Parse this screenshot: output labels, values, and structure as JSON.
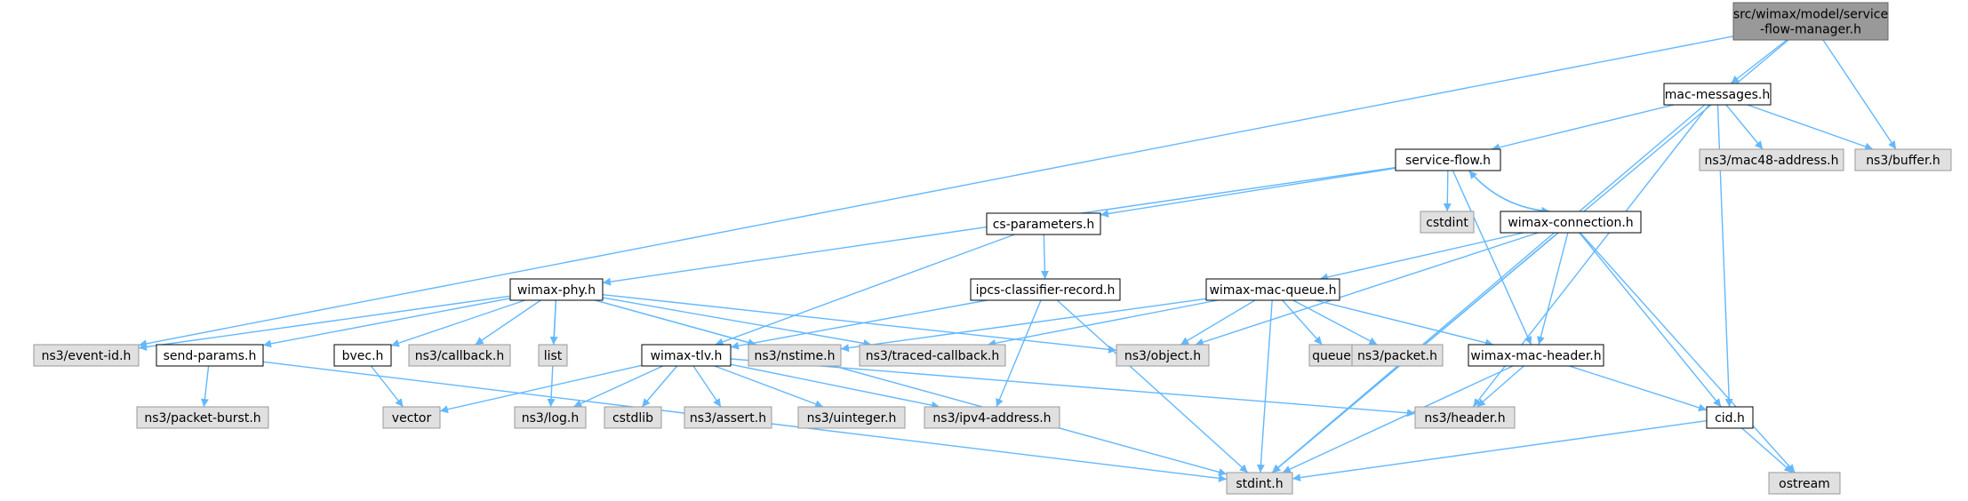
{
  "colors": {
    "edge": "#63B8FF",
    "node_border": "#000000",
    "node_white": "#FFFFFF",
    "node_gray": "#E0E0E0",
    "node_root": "#999999",
    "node_border_gray": "#999999"
  },
  "nodes": [
    {
      "id": "root",
      "lines": [
        "src/wimax/model/service",
        "-flow-manager.h"
      ],
      "style": "root"
    },
    {
      "id": "mac-messages",
      "lines": [
        "mac-messages.h"
      ],
      "style": "white"
    },
    {
      "id": "service-flow",
      "lines": [
        "service-flow.h"
      ],
      "style": "white"
    },
    {
      "id": "ns3-mac48",
      "lines": [
        "ns3/mac48-address.h"
      ],
      "style": "gray"
    },
    {
      "id": "ns3-buffer",
      "lines": [
        "ns3/buffer.h"
      ],
      "style": "gray"
    },
    {
      "id": "cstdint",
      "lines": [
        "cstdint"
      ],
      "style": "gray"
    },
    {
      "id": "wimax-connection",
      "lines": [
        "wimax-connection.h"
      ],
      "style": "white"
    },
    {
      "id": "cs-parameters",
      "lines": [
        "cs-parameters.h"
      ],
      "style": "white"
    },
    {
      "id": "wimax-phy",
      "lines": [
        "wimax-phy.h"
      ],
      "style": "white"
    },
    {
      "id": "ipcs-classifier",
      "lines": [
        "ipcs-classifier-record.h"
      ],
      "style": "white"
    },
    {
      "id": "wimax-mac-queue",
      "lines": [
        "wimax-mac-queue.h"
      ],
      "style": "white"
    },
    {
      "id": "ns3-event-id",
      "lines": [
        "ns3/event-id.h"
      ],
      "style": "gray"
    },
    {
      "id": "send-params",
      "lines": [
        "send-params.h"
      ],
      "style": "white"
    },
    {
      "id": "bvec",
      "lines": [
        "bvec.h"
      ],
      "style": "white"
    },
    {
      "id": "ns3-callback",
      "lines": [
        "ns3/callback.h"
      ],
      "style": "gray"
    },
    {
      "id": "list",
      "lines": [
        "list"
      ],
      "style": "gray"
    },
    {
      "id": "wimax-tlv",
      "lines": [
        "wimax-tlv.h"
      ],
      "style": "white"
    },
    {
      "id": "ns3-nstime",
      "lines": [
        "ns3/nstime.h"
      ],
      "style": "gray"
    },
    {
      "id": "ns3-traced-callback",
      "lines": [
        "ns3/traced-callback.h"
      ],
      "style": "gray"
    },
    {
      "id": "ns3-object",
      "lines": [
        "ns3/object.h"
      ],
      "style": "gray"
    },
    {
      "id": "queue",
      "lines": [
        "queue"
      ],
      "style": "gray"
    },
    {
      "id": "ns3-packet",
      "lines": [
        "ns3/packet.h"
      ],
      "style": "gray"
    },
    {
      "id": "wimax-mac-header",
      "lines": [
        "wimax-mac-header.h"
      ],
      "style": "white"
    },
    {
      "id": "ns3-packet-burst",
      "lines": [
        "ns3/packet-burst.h"
      ],
      "style": "gray"
    },
    {
      "id": "vector",
      "lines": [
        "vector"
      ],
      "style": "gray"
    },
    {
      "id": "ns3-log",
      "lines": [
        "ns3/log.h"
      ],
      "style": "gray"
    },
    {
      "id": "cstdlib",
      "lines": [
        "cstdlib"
      ],
      "style": "gray"
    },
    {
      "id": "ns3-assert",
      "lines": [
        "ns3/assert.h"
      ],
      "style": "gray"
    },
    {
      "id": "ns3-uinteger",
      "lines": [
        "ns3/uinteger.h"
      ],
      "style": "gray"
    },
    {
      "id": "ns3-ipv4-address",
      "lines": [
        "ns3/ipv4-address.h"
      ],
      "style": "gray"
    },
    {
      "id": "ns3-header",
      "lines": [
        "ns3/header.h"
      ],
      "style": "gray"
    },
    {
      "id": "cid",
      "lines": [
        "cid.h"
      ],
      "style": "white"
    },
    {
      "id": "stdint",
      "lines": [
        "stdint.h"
      ],
      "style": "gray"
    },
    {
      "id": "ostream",
      "lines": [
        "ostream"
      ],
      "style": "gray"
    }
  ],
  "edges": [
    [
      "root",
      "mac-messages"
    ],
    [
      "root",
      "ns3-buffer"
    ],
    [
      "root",
      "ns3-event-id"
    ],
    [
      "root",
      "stdint"
    ],
    [
      "mac-messages",
      "service-flow"
    ],
    [
      "mac-messages",
      "ns3-mac48"
    ],
    [
      "mac-messages",
      "ns3-buffer"
    ],
    [
      "mac-messages",
      "ns3-header"
    ],
    [
      "mac-messages",
      "cid"
    ],
    [
      "mac-messages",
      "stdint"
    ],
    [
      "service-flow",
      "cstdint"
    ],
    [
      "service-flow",
      "wimax-connection"
    ],
    [
      "service-flow",
      "cs-parameters"
    ],
    [
      "service-flow",
      "wimax-phy"
    ],
    [
      "service-flow",
      "wimax-mac-header"
    ],
    [
      "wimax-connection",
      "service-flow"
    ],
    [
      "wimax-connection",
      "wimax-mac-queue"
    ],
    [
      "wimax-connection",
      "wimax-mac-header"
    ],
    [
      "wimax-connection",
      "cid"
    ],
    [
      "wimax-connection",
      "ns3-object"
    ],
    [
      "wimax-connection",
      "stdint"
    ],
    [
      "wimax-connection",
      "ostream"
    ],
    [
      "cs-parameters",
      "ipcs-classifier"
    ],
    [
      "cs-parameters",
      "wimax-tlv"
    ],
    [
      "ipcs-classifier",
      "wimax-tlv"
    ],
    [
      "ipcs-classifier",
      "ns3-ipv4-address"
    ],
    [
      "ipcs-classifier",
      "stdint"
    ],
    [
      "wimax-phy",
      "ns3-event-id"
    ],
    [
      "wimax-phy",
      "send-params"
    ],
    [
      "wimax-phy",
      "bvec"
    ],
    [
      "wimax-phy",
      "ns3-callback"
    ],
    [
      "wimax-phy",
      "list"
    ],
    [
      "wimax-phy",
      "ns3-nstime"
    ],
    [
      "wimax-phy",
      "ns3-traced-callback"
    ],
    [
      "wimax-phy",
      "ns3-object"
    ],
    [
      "wimax-phy",
      "ns3-log"
    ],
    [
      "wimax-phy",
      "stdint"
    ],
    [
      "wimax-mac-queue",
      "ns3-nstime"
    ],
    [
      "wimax-mac-queue",
      "ns3-traced-callback"
    ],
    [
      "wimax-mac-queue",
      "ns3-object"
    ],
    [
      "wimax-mac-queue",
      "queue"
    ],
    [
      "wimax-mac-queue",
      "ns3-packet"
    ],
    [
      "wimax-mac-queue",
      "wimax-mac-header"
    ],
    [
      "wimax-mac-queue",
      "stdint"
    ],
    [
      "send-params",
      "ns3-packet-burst"
    ],
    [
      "send-params",
      "stdint"
    ],
    [
      "bvec",
      "vector"
    ],
    [
      "wimax-tlv",
      "vector"
    ],
    [
      "wimax-tlv",
      "ns3-log"
    ],
    [
      "wimax-tlv",
      "cstdlib"
    ],
    [
      "wimax-tlv",
      "ns3-assert"
    ],
    [
      "wimax-tlv",
      "ns3-uinteger"
    ],
    [
      "wimax-tlv",
      "ns3-ipv4-address"
    ],
    [
      "wimax-tlv",
      "ns3-header"
    ],
    [
      "wimax-mac-header",
      "ns3-header"
    ],
    [
      "wimax-mac-header",
      "cid"
    ],
    [
      "wimax-mac-header",
      "stdint"
    ],
    [
      "cid",
      "stdint"
    ],
    [
      "cid",
      "ostream"
    ]
  ]
}
